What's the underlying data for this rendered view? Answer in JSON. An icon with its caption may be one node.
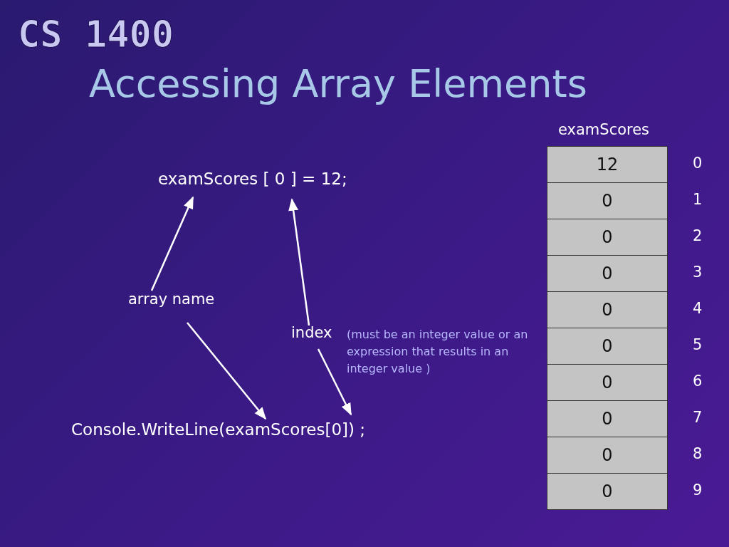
{
  "diagram": {
    "title": "Accessing Array Elements",
    "nodes": [
      {
        "text": [
          "examScores [ 0 ] = 12;"
        ]
      },
      {
        "text": [
          "array name"
        ]
      },
      {
        "text": [
          "index"
        ],
        "beside": [
          "(must be an integer value or an expression that results in an integer value )"
        ]
      },
      {
        "text": [
          "Console.WriteLine(examScores[0]) ;"
        ]
      },
      {
        "text": [
          "examScores"
        ]
      },
      {
        "text": [
          "12"
        ],
        "in": 4,
        "beside": [
          "0"
        ]
      },
      {
        "text": [
          "0"
        ],
        "in": 4,
        "beside": [
          "1"
        ]
      },
      {
        "text": [
          "0"
        ],
        "in": 4,
        "beside": [
          "2"
        ]
      },
      {
        "text": [
          "0"
        ],
        "in": 4,
        "beside": [
          "3"
        ]
      },
      {
        "text": [
          "0"
        ],
        "in": 4,
        "beside": [
          "4"
        ]
      },
      {
        "text": [
          "0"
        ],
        "in": 4,
        "beside": [
          "5"
        ]
      },
      {
        "text": [
          "0"
        ],
        "in": 4,
        "beside": [
          "6"
        ]
      },
      {
        "text": [
          "0"
        ],
        "in": 4,
        "beside": [
          "7"
        ]
      },
      {
        "text": [
          "0"
        ],
        "in": 4,
        "beside": [
          "8"
        ]
      },
      {
        "text": [
          "0"
        ],
        "in": 4,
        "beside": [
          "9"
        ]
      }
    ],
    "edges": [
      {
        "from": 1,
        "to": 0,
        "arrow": "to"
      },
      {
        "from": 1,
        "to": 3,
        "arrow": "to"
      },
      {
        "from": 2,
        "to": 0,
        "arrow": "to"
      },
      {
        "from": 2,
        "to": 3,
        "arrow": "to"
      }
    ],
    "labels": [
      "CS 1400"
    ]
  }
}
